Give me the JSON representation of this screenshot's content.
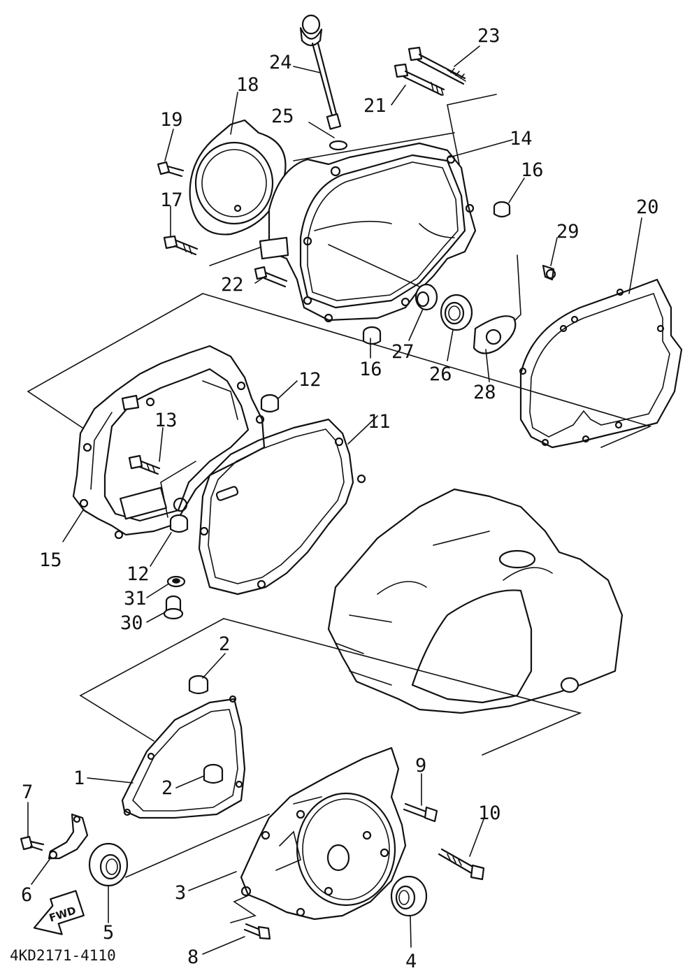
{
  "diagram": {
    "part_number_code": "4KD2171-4110",
    "forward_badge": "FWD",
    "callouts": [
      {
        "num": "1"
      },
      {
        "num": "2"
      },
      {
        "num": "2"
      },
      {
        "num": "3"
      },
      {
        "num": "4"
      },
      {
        "num": "5"
      },
      {
        "num": "6"
      },
      {
        "num": "7"
      },
      {
        "num": "8"
      },
      {
        "num": "9"
      },
      {
        "num": "10"
      },
      {
        "num": "11"
      },
      {
        "num": "12"
      },
      {
        "num": "12"
      },
      {
        "num": "13"
      },
      {
        "num": "14"
      },
      {
        "num": "15"
      },
      {
        "num": "16"
      },
      {
        "num": "16"
      },
      {
        "num": "17"
      },
      {
        "num": "18"
      },
      {
        "num": "19"
      },
      {
        "num": "20"
      },
      {
        "num": "21"
      },
      {
        "num": "22"
      },
      {
        "num": "23"
      },
      {
        "num": "24"
      },
      {
        "num": "25"
      },
      {
        "num": "26"
      },
      {
        "num": "27"
      },
      {
        "num": "28"
      },
      {
        "num": "29"
      },
      {
        "num": "30"
      },
      {
        "num": "31"
      }
    ]
  }
}
